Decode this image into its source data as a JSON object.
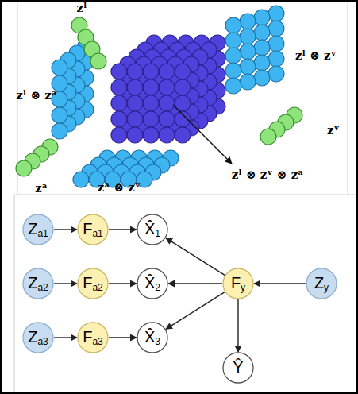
{
  "diagram": {
    "nodes": [
      {
        "text": [
          "Za1"
        ]
      },
      {
        "text": [
          "Fa1"
        ]
      },
      {
        "text": [
          "X̂1"
        ]
      },
      {
        "text": [
          "Za2"
        ]
      },
      {
        "text": [
          "Fa2"
        ]
      },
      {
        "text": [
          "X̂2"
        ]
      },
      {
        "text": [
          "Fy"
        ]
      },
      {
        "text": [
          "Zy"
        ]
      },
      {
        "text": [
          "Za3"
        ]
      },
      {
        "text": [
          "Fa3"
        ]
      },
      {
        "text": [
          "X̂3"
        ]
      },
      {
        "text": [
          "Ŷ"
        ]
      }
    ],
    "edges": [
      {
        "from": 0,
        "to": 1,
        "arrow": "to"
      },
      {
        "from": 1,
        "to": 2,
        "arrow": "to"
      },
      {
        "from": 3,
        "to": 4,
        "arrow": "to"
      },
      {
        "from": 4,
        "to": 5,
        "arrow": "to"
      },
      {
        "from": 8,
        "to": 9,
        "arrow": "to"
      },
      {
        "from": 9,
        "to": 10,
        "arrow": "to"
      },
      {
        "from": 7,
        "to": 6,
        "arrow": "to"
      },
      {
        "from": 6,
        "to": 2,
        "arrow": "to"
      },
      {
        "from": 6,
        "to": 5,
        "arrow": "to"
      },
      {
        "from": 6,
        "to": 10,
        "arrow": "to"
      },
      {
        "from": 6,
        "to": 11,
        "arrow": "to"
      }
    ],
    "labels": [
      "zˡ",
      "zˡ ⊗ zᵛ",
      "zˡ ⊗ zᵃ",
      "zᵛ",
      "zᵃ",
      "zᵃ ⊗ zᵛ",
      "zˡ ⊗ zᵛ ⊗ zᵃ"
    ]
  }
}
